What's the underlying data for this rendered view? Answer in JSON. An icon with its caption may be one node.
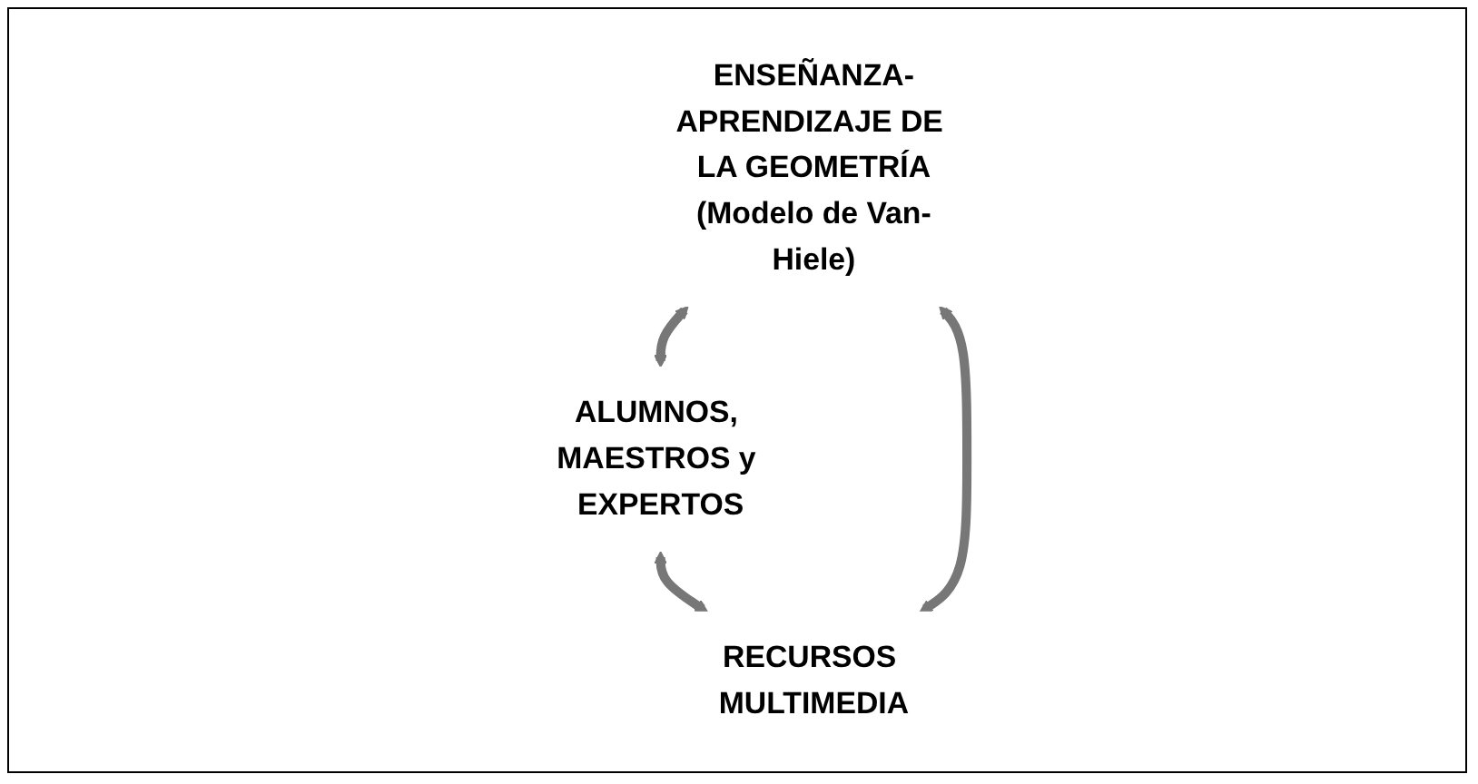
{
  "diagram": {
    "nodes": [
      {
        "text": [
          "ENSEÑANZA-APRENDIZAJE DE LA GEOMETRÍA",
          "(Modelo de Van-Hiele)"
        ]
      },
      {
        "text": [
          "ALUMNOS, MAESTROS y EXPERTOS"
        ]
      },
      {
        "text": [
          "RECURSOS MULTIMEDIA"
        ]
      }
    ],
    "edges": [
      {
        "from": 1,
        "to": 2,
        "arrow": "both"
      },
      {
        "from": 0,
        "to": 1,
        "arrow": "both"
      },
      {
        "from": 0,
        "to": 2,
        "arrow": "both"
      }
    ]
  }
}
